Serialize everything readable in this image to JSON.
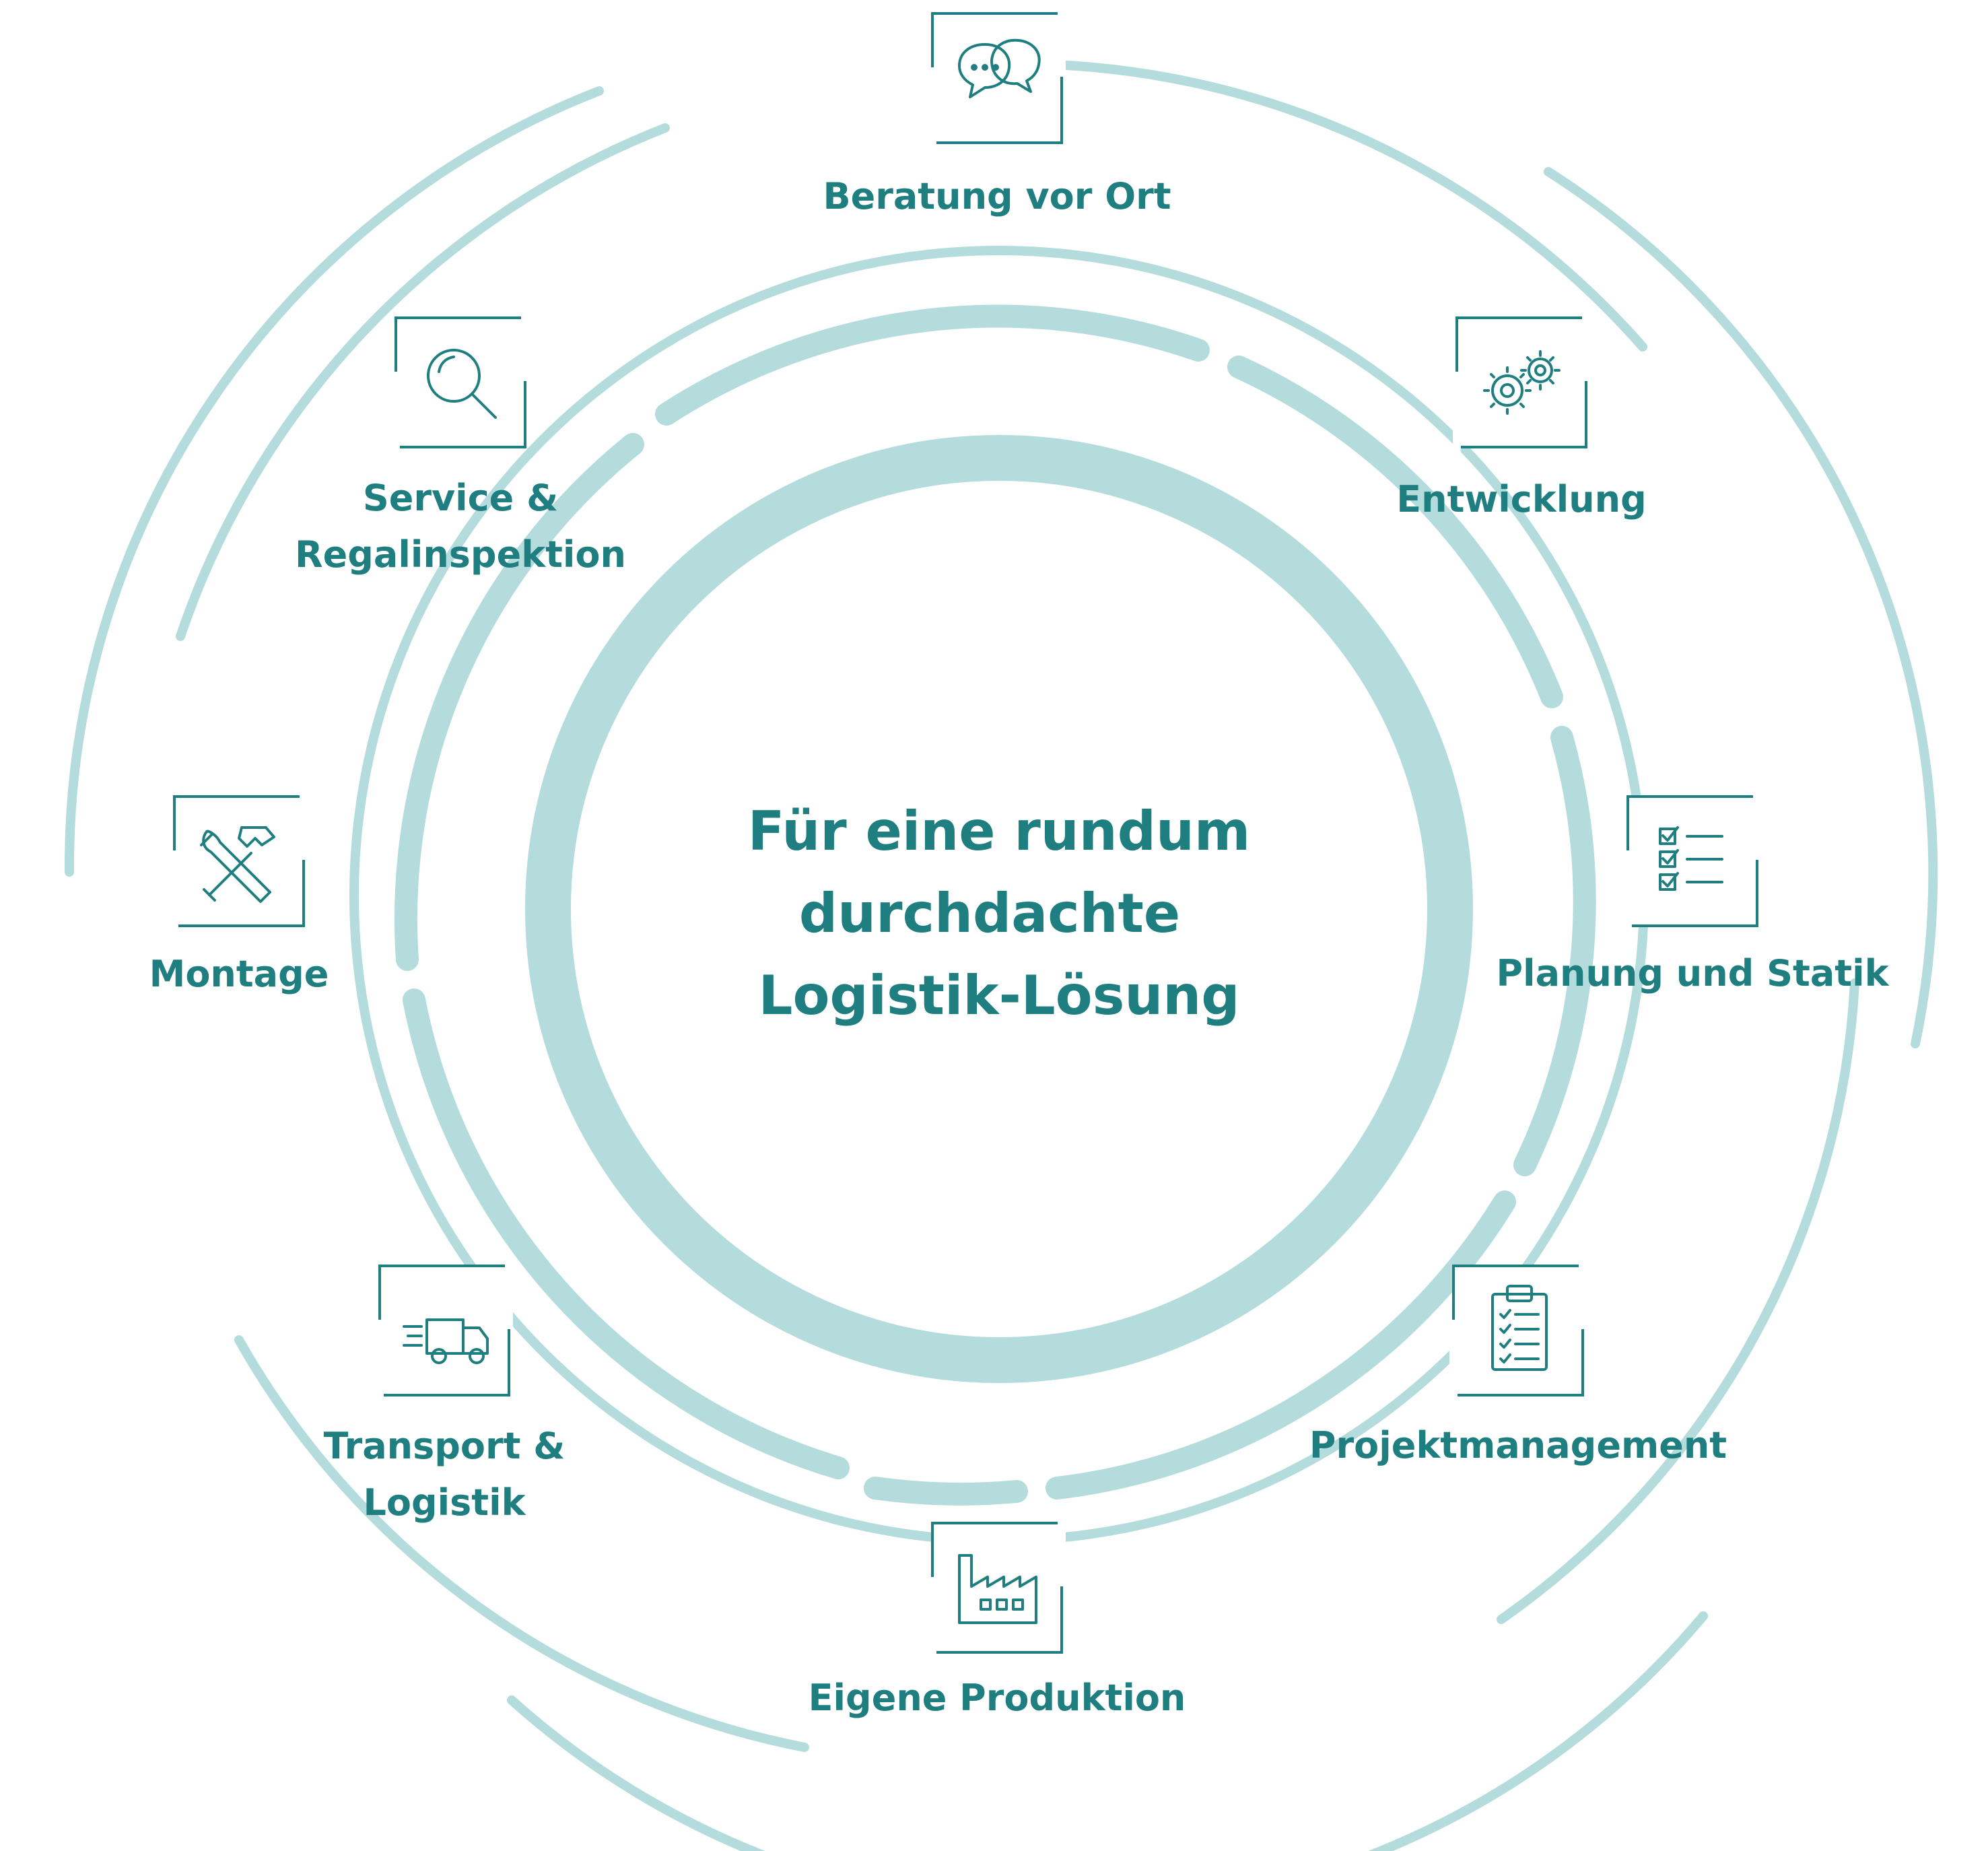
{
  "center": {
    "line1": "Für eine rundum",
    "line2": "durchdachte",
    "line3": "Logistik-Lösung"
  },
  "services": [
    {
      "icon": "chat-bubbles-icon",
      "lines": [
        "Beratung vor Ort"
      ]
    },
    {
      "icon": "gears-icon",
      "lines": [
        "Entwicklung"
      ]
    },
    {
      "icon": "checklist-icon",
      "lines": [
        "Planung und Statik"
      ]
    },
    {
      "icon": "clipboard-icon",
      "lines": [
        "Projektmanagement"
      ]
    },
    {
      "icon": "factory-icon",
      "lines": [
        "Eigene Produktion"
      ]
    },
    {
      "icon": "truck-icon",
      "lines": [
        "Transport &",
        "Logistik"
      ]
    },
    {
      "icon": "tools-icon",
      "lines": [
        "Montage"
      ]
    },
    {
      "icon": "magnifier-icon",
      "lines": [
        "Service &",
        "Regalinspektion"
      ]
    }
  ],
  "colors": {
    "accent": "#1f7f80",
    "ring": "#b4dcdc",
    "background": "#ffffff"
  }
}
